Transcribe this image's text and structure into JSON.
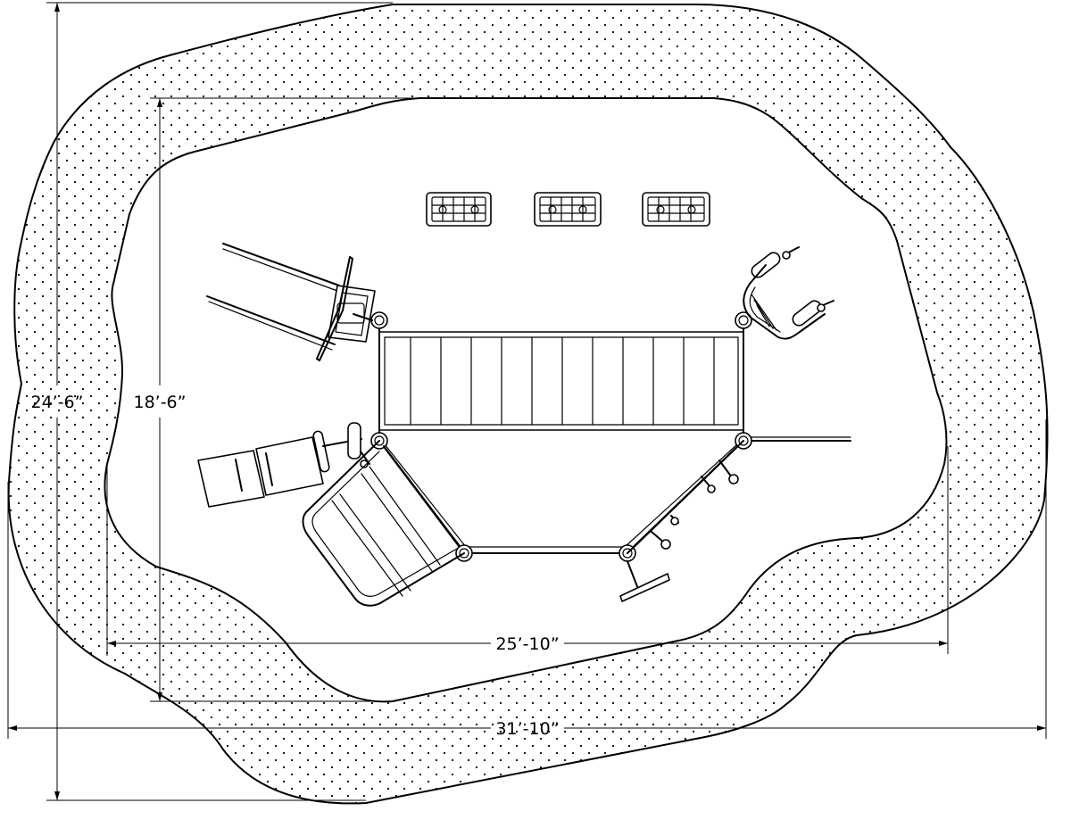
{
  "dimensions": {
    "outer_height": "24’-6”",
    "inner_height": "18’-6”",
    "inner_width": "25’-10”",
    "outer_width": "31’-10”"
  },
  "colors": {
    "line": "#000000",
    "background": "#ffffff"
  }
}
